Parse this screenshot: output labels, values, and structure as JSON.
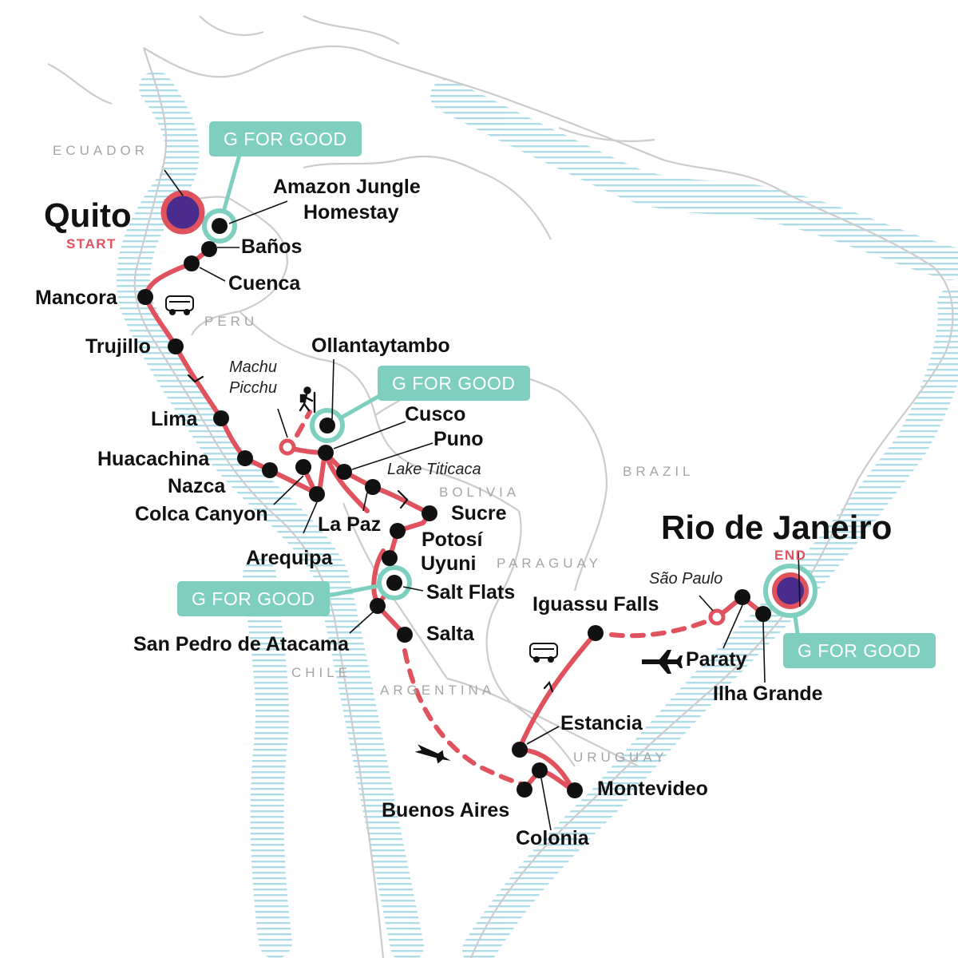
{
  "colors": {
    "route": "#e0525d",
    "gfg": "#7fcfc1",
    "stop": "#111111",
    "endpoint": "#4a2c8c",
    "land_outline": "#cccccc",
    "sea_hatch": "#a9dbe6",
    "country_label": "#a5a5a5"
  },
  "endpoints": {
    "start": {
      "name": "Quito",
      "tag": "START"
    },
    "end": {
      "name": "Rio de Janeiro",
      "tag": "END"
    }
  },
  "countries": [
    "ECUADOR",
    "PERU",
    "BOLIVIA",
    "BRAZIL",
    "PARAGUAY",
    "CHILE",
    "ARGENTINA",
    "URUGUAY"
  ],
  "stops": {
    "amazon_jungle": "Amazon Jungle",
    "homestay": "Homestay",
    "banos": "Baños",
    "cuenca": "Cuenca",
    "mancora": "Mancora",
    "trujillo": "Trujillo",
    "lima": "Lima",
    "huacachina": "Huacachina",
    "nazca": "Nazca",
    "colca_canyon": "Colca Canyon",
    "arequipa": "Arequipa",
    "ollantaytambo": "Ollantaytambo",
    "cusco": "Cusco",
    "puno": "Puno",
    "la_paz": "La Paz",
    "sucre": "Sucre",
    "potosi": "Potosí",
    "uyuni": "Uyuni",
    "salt_flats": "Salt Flats",
    "san_pedro": "San Pedro de Atacama",
    "salta": "Salta",
    "iguassu": "Iguassu Falls",
    "estancia": "Estancia",
    "buenos_aires": "Buenos Aires",
    "colonia": "Colonia",
    "montevideo": "Montevideo",
    "paraty": "Paraty",
    "ilha_grande": "Ilha Grande"
  },
  "landmarks": {
    "machu_picchu_1": "Machu",
    "machu_picchu_2": "Picchu",
    "lake_titicaca": "Lake Titicaca",
    "sao_paulo": "São Paulo"
  },
  "badges": {
    "gfg_label": "G FOR GOOD"
  },
  "icons": [
    "bus-icon",
    "hiker-icon",
    "airplane-icon",
    "direction-arrow-icon"
  ]
}
